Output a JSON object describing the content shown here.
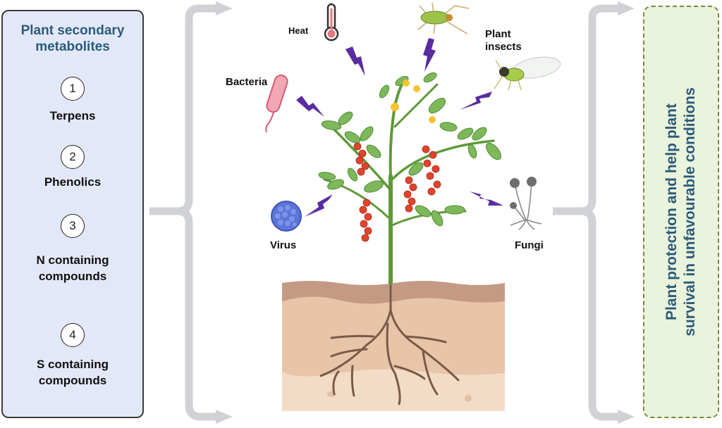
{
  "left_panel": {
    "title": "Plant secondary metabolites",
    "title_color": "#2b5b7a",
    "items": [
      {
        "number": "1",
        "label_line1": "Terpens",
        "label_line2": ""
      },
      {
        "number": "2",
        "label_line1": "Phenolics",
        "label_line2": ""
      },
      {
        "number": "3",
        "label_line1": "N containing",
        "label_line2": "compounds"
      },
      {
        "number": "4",
        "label_line1": "S containing",
        "label_line2": "compounds"
      }
    ]
  },
  "center": {
    "stressors": [
      {
        "name": "Heat",
        "icon": "thermometer-icon"
      },
      {
        "name": "Bacteria",
        "icon": "bacterium-icon"
      },
      {
        "name": "Plant insects",
        "line1": "Plant",
        "line2": "insects",
        "icon": "insect-icon"
      },
      {
        "name": "Virus",
        "icon": "virus-icon"
      },
      {
        "name": "Fungi",
        "icon": "fungus-icon"
      }
    ],
    "plant": "tomato-plant-illustration",
    "stress_color": "#5a2ca0"
  },
  "right_panel": {
    "line1": "Plant protection and help plant",
    "line2": "survival in unfavourable conditions",
    "text_color": "#2b5b7a"
  },
  "connectors": {
    "color": "#d0d2d6"
  }
}
